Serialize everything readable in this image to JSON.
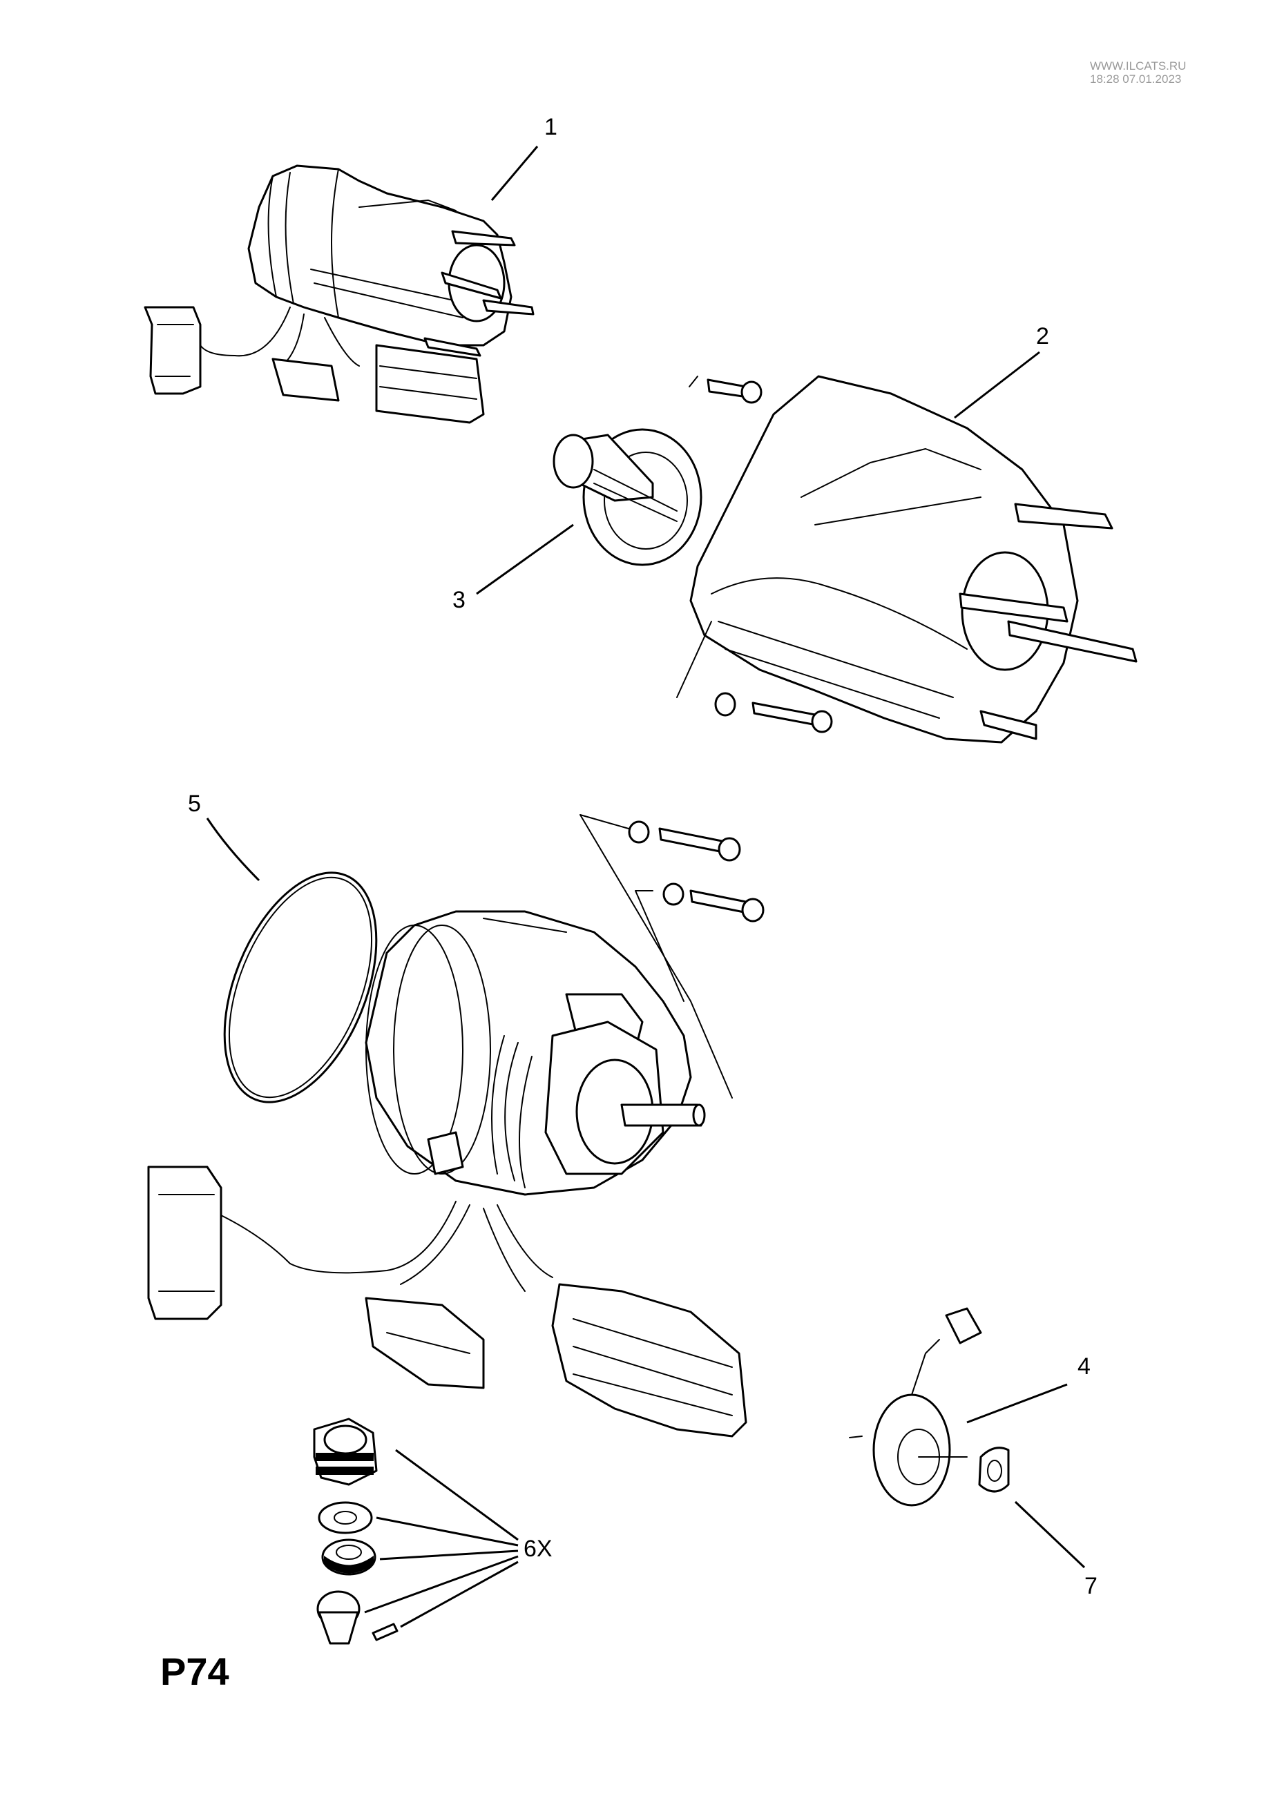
{
  "watermark": {
    "line1": "WWW.ILCATS.RU",
    "line2": "18:28 07.01.2023"
  },
  "page_code": "P74",
  "callouts": [
    {
      "id": "c1",
      "label": "1"
    },
    {
      "id": "c2",
      "label": "2"
    },
    {
      "id": "c3",
      "label": "3"
    },
    {
      "id": "c4",
      "label": "4"
    },
    {
      "id": "c5",
      "label": "5"
    },
    {
      "id": "c6",
      "label": "6X"
    },
    {
      "id": "c7",
      "label": "7"
    }
  ]
}
